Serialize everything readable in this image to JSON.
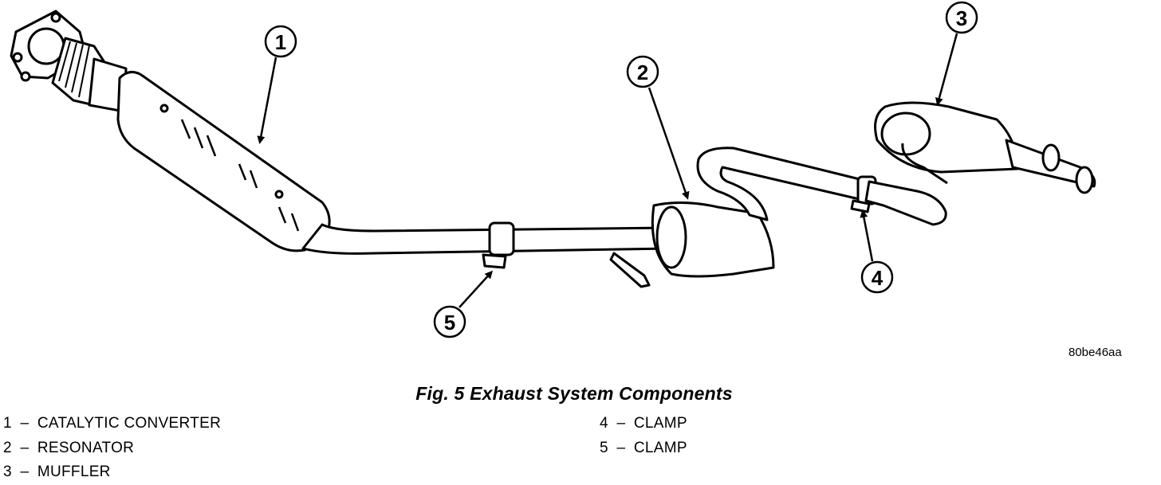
{
  "figure": {
    "caption": "Fig. 5 Exhaust System Components",
    "reference_code": "80be46aa"
  },
  "callouts": [
    {
      "number": "1",
      "label": "CATALYTIC CONVERTER"
    },
    {
      "number": "2",
      "label": "RESONATOR"
    },
    {
      "number": "3",
      "label": "MUFFLER"
    },
    {
      "number": "4",
      "label": "CLAMP"
    },
    {
      "number": "5",
      "label": "CLAMP"
    }
  ],
  "legend": {
    "left": [
      {
        "number": "1",
        "separator": "–",
        "label": "CATALYTIC CONVERTER"
      },
      {
        "number": "2",
        "separator": "–",
        "label": "RESONATOR"
      },
      {
        "number": "3",
        "separator": "–",
        "label": "MUFFLER"
      }
    ],
    "right": [
      {
        "number": "4",
        "separator": "–",
        "label": "CLAMP"
      },
      {
        "number": "5",
        "separator": "–",
        "label": "CLAMP"
      }
    ]
  },
  "colors": {
    "ink": "#000000",
    "paper": "#ffffff"
  }
}
